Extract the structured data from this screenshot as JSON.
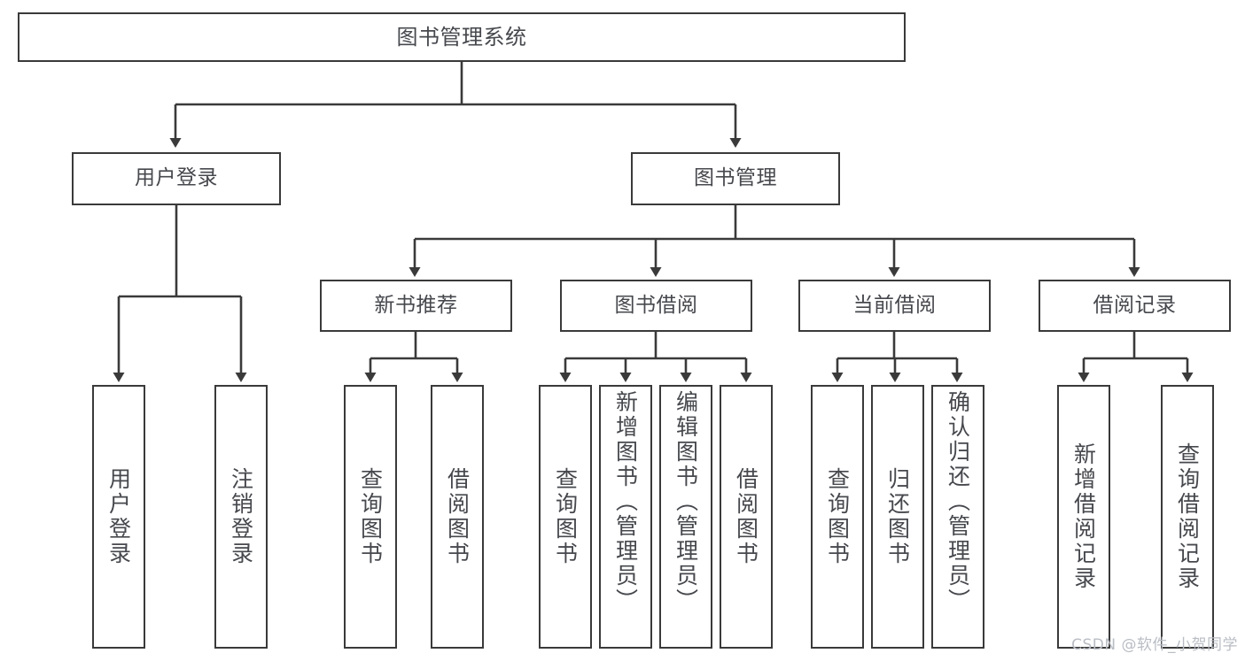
{
  "diagram": {
    "title": "图书管理系统",
    "watermark": "CSDN @软件_小贺同学",
    "stroke_color": "#3a3a3a",
    "text_color": "#46484d",
    "background": "#ffffff",
    "levels": {
      "level1": [
        {
          "id": "root",
          "label": "图书管理系统"
        }
      ],
      "level2": [
        {
          "id": "user-login",
          "label": "用户登录"
        },
        {
          "id": "book-manage",
          "label": "图书管理"
        }
      ],
      "level3": [
        {
          "id": "new-book-rec",
          "label": "新书推荐"
        },
        {
          "id": "book-borrow",
          "label": "图书借阅"
        },
        {
          "id": "current-borrow",
          "label": "当前借阅"
        },
        {
          "id": "borrow-record",
          "label": "借阅记录"
        }
      ],
      "level4": {
        "user-login": [
          {
            "id": "leaf-user-login",
            "label": "用户登录"
          },
          {
            "id": "leaf-logout",
            "label": "注销登录"
          }
        ],
        "new-book-rec": [
          {
            "id": "leaf-query-book-1",
            "label": "查询图书"
          },
          {
            "id": "leaf-borrow-book-1",
            "label": "借阅图书"
          }
        ],
        "book-borrow": [
          {
            "id": "leaf-query-book-2",
            "label": "查询图书"
          },
          {
            "id": "leaf-add-book",
            "label": "新增图书（管理员）"
          },
          {
            "id": "leaf-edit-book",
            "label": "编辑图书（管理员）"
          },
          {
            "id": "leaf-borrow-book-2",
            "label": "借阅图书"
          }
        ],
        "current-borrow": [
          {
            "id": "leaf-query-book-3",
            "label": "查询图书"
          },
          {
            "id": "leaf-return-book",
            "label": "归还图书"
          },
          {
            "id": "leaf-confirm-return",
            "label": "确认归还（管理员）"
          }
        ],
        "borrow-record": [
          {
            "id": "leaf-add-record",
            "label": "新增借阅记录"
          },
          {
            "id": "leaf-query-record",
            "label": "查询借阅记录"
          }
        ]
      }
    }
  }
}
